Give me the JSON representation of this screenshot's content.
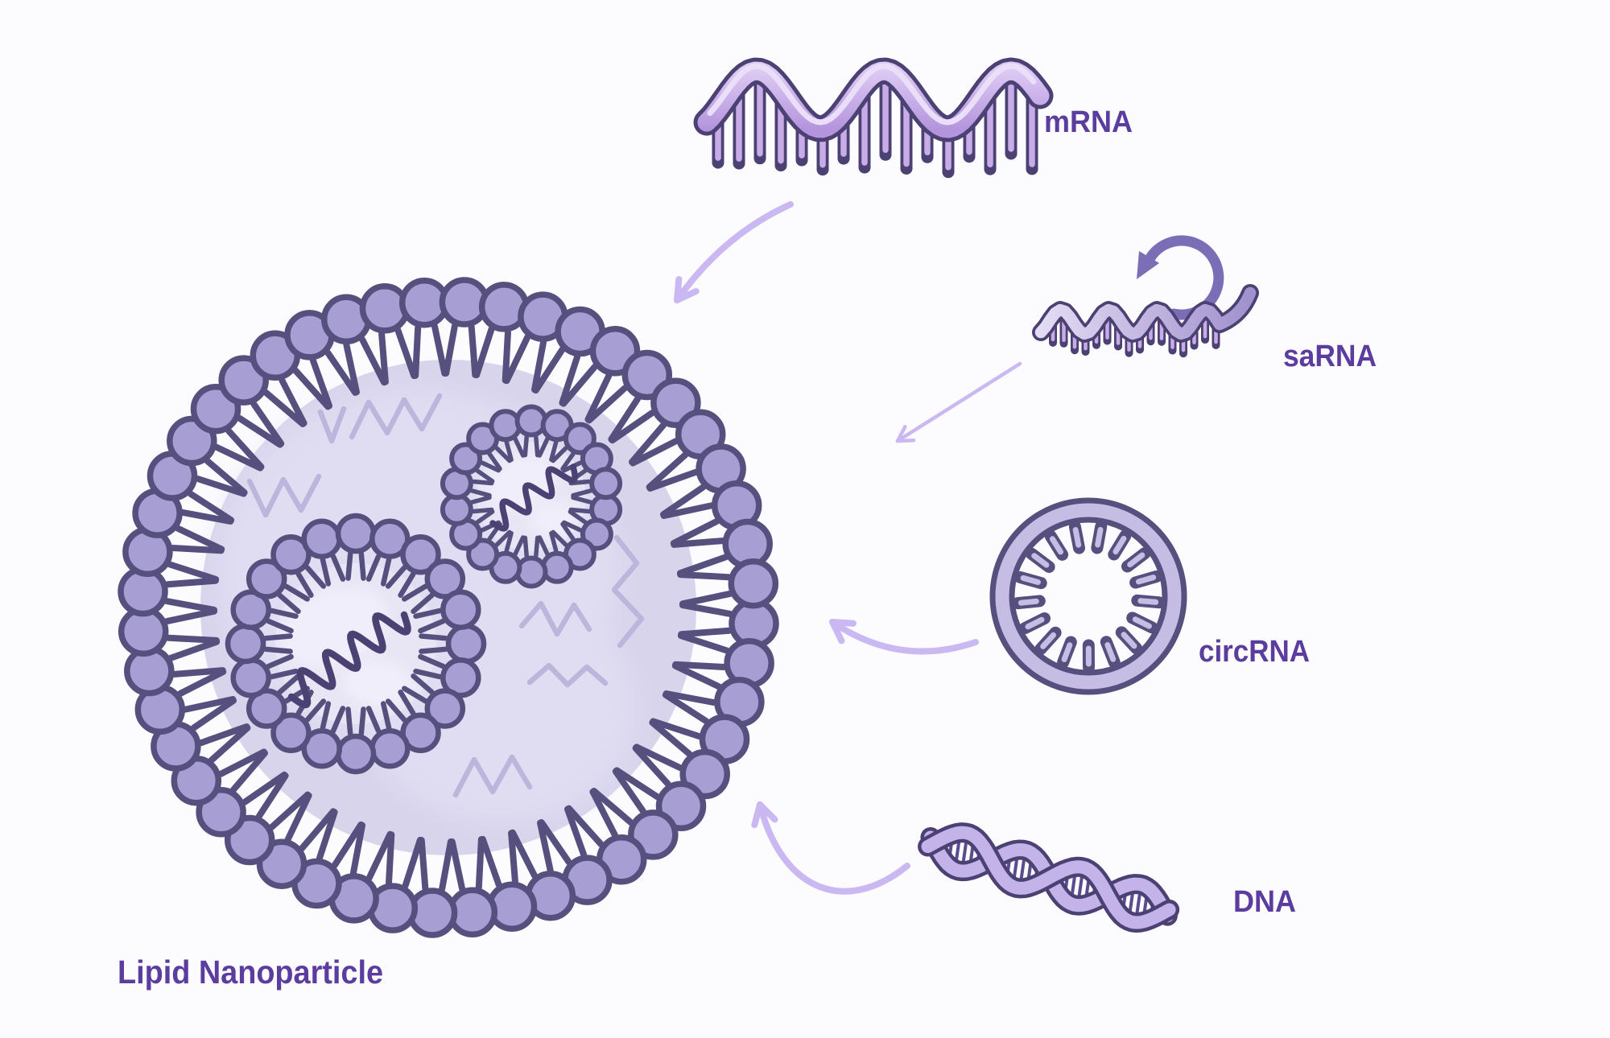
{
  "title": "Lipid Nanoparticle",
  "labels": {
    "mrna": "mRNA",
    "sarna": "saRNA",
    "circrna": "circRNA",
    "dna": "DNA",
    "title": "Lipid Nanoparticle"
  },
  "icons": [
    {
      "name": "mrna-strand-icon",
      "label": "mRNA"
    },
    {
      "name": "sarna-strand-icon",
      "label": "saRNA"
    },
    {
      "name": "circrna-ring-icon",
      "label": "circRNA"
    },
    {
      "name": "dna-helix-icon",
      "label": "DNA"
    },
    {
      "name": "lipid-nanoparticle-icon",
      "label": "Lipid Nanoparticle"
    }
  ],
  "colors": {
    "background": "#fcfbfe",
    "outline": "#56507e",
    "strand_outline": "#4c4173",
    "head_fill": "#a79ed3",
    "lnp_interior": "#d8d4ec",
    "lnp_interior_light": "#e0ddf2",
    "vesicle_interior": "#e8e5f5",
    "vesicle_blob": "#f0eefa",
    "squiggle": "#bcb6dc",
    "mrna_fill_top": "#ddcaf3",
    "mrna_fill_bottom": "#b495dd",
    "mrna_highlight": "#eadef8",
    "tick_fill": "#c8ace8",
    "sarna_fill_left": "#e3dcf4",
    "sarna_fill_right": "#9f8fcc",
    "loop_arrow": "#7b6db6",
    "circ_ring_fill": "#c6bde5",
    "dna_fill": "#c3b3e8",
    "dna_rung": "#5a4d8f",
    "arrow": "#c9b8f2",
    "label": "#5a3d9e"
  }
}
